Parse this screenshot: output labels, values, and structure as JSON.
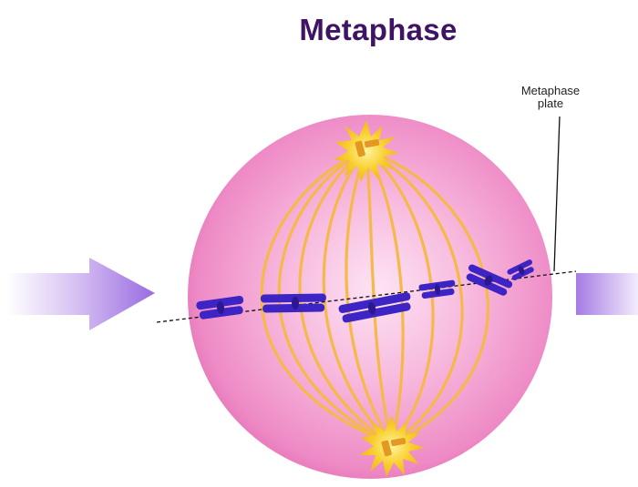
{
  "title": "Metaphase",
  "labels": {
    "plate_line1": "Metaphase",
    "plate_line2": "plate"
  },
  "colors": {
    "title": "#3f1465",
    "cell_center": "#fbd6ee",
    "cell_edge": "#e573b6",
    "spindle_fiber": "#f5b94a",
    "centrosome": "#f7c626",
    "chromosome": "#3d24c4",
    "arrow": "#9b6de0"
  }
}
